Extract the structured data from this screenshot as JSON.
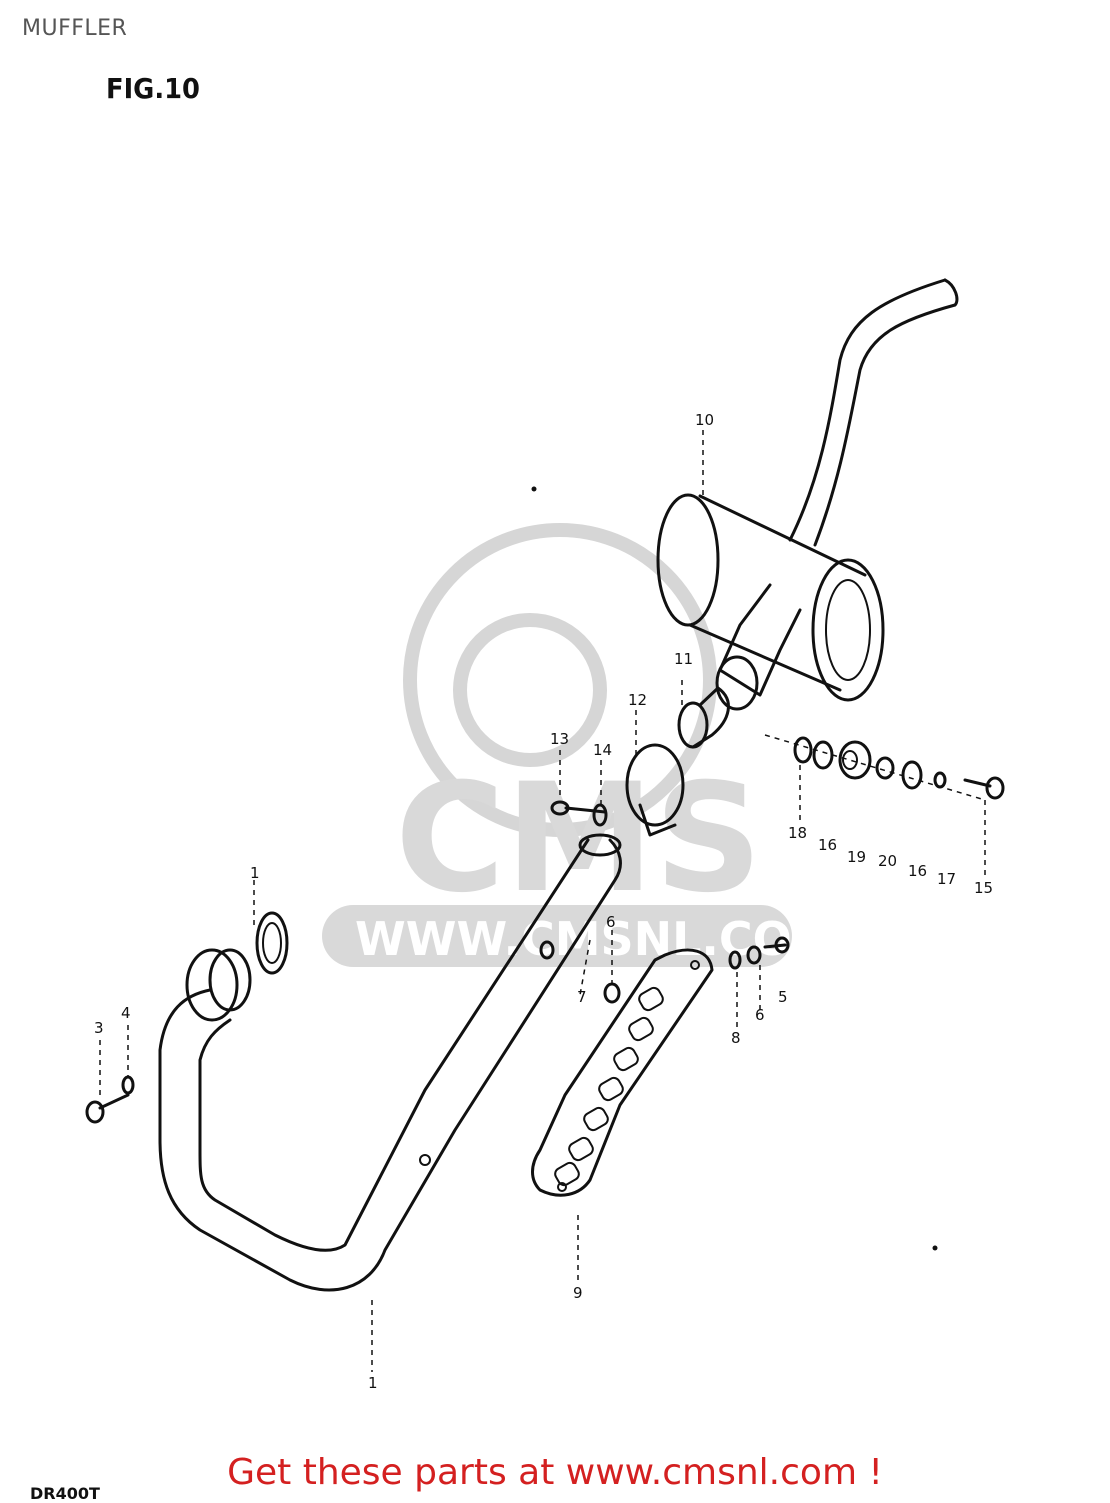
{
  "header": {
    "title": "MUFFLER",
    "figure": "FIG.10"
  },
  "footer": {
    "model_code": "DR400T",
    "cta": "Get these parts at www.cmsnl.com !"
  },
  "watermark": {
    "brand": "CMS",
    "url": "WWW.CMSNL.COM"
  },
  "callouts": {
    "p1_top": "1",
    "p1_bottom": "1",
    "p3": "3",
    "p4": "4",
    "p5": "5",
    "p6": "6",
    "p7": "7",
    "p8": "8",
    "p9": "9",
    "p10": "10",
    "p11": "11",
    "p12": "12",
    "p13": "13",
    "p14": "14",
    "p15": "15",
    "p16a": "16",
    "p16b": "16",
    "p17": "17",
    "p18": "18",
    "p19": "19",
    "p20": "20"
  },
  "colors": {
    "cta": "#d42020",
    "line": "#111111",
    "watermark": "#d6d6d6"
  }
}
